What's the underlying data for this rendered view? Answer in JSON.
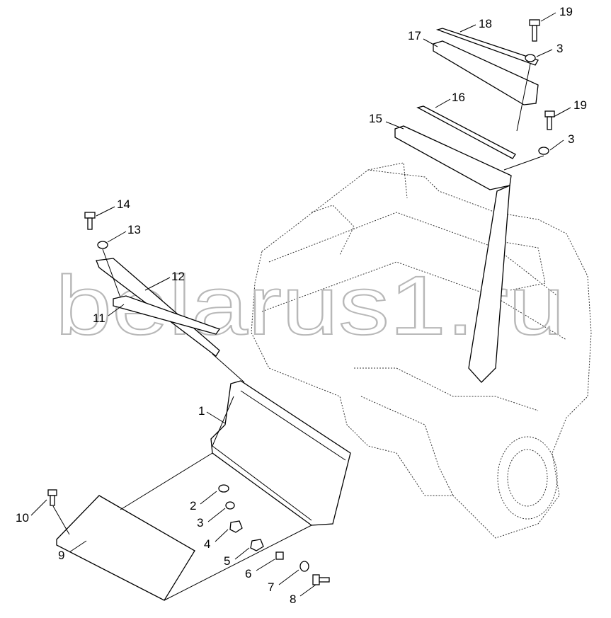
{
  "title": "Parts diagram: shields and mounting hardware",
  "watermark": "belarus1.ru",
  "callouts": [
    "1",
    "2",
    "3",
    "4",
    "5",
    "6",
    "7",
    "8",
    "9",
    "10",
    "11",
    "12",
    "13",
    "14",
    "15",
    "16",
    "17",
    "18",
    "19"
  ],
  "labels": {
    "c19a": "19",
    "c18": "18",
    "c17": "17",
    "c3a": "3",
    "c16": "16",
    "c15": "15",
    "c19b": "19",
    "c3b": "3",
    "c14": "14",
    "c13": "13",
    "c12": "12",
    "c11": "11",
    "c1": "1",
    "c2": "2",
    "c3c": "3",
    "c4": "4",
    "c5": "5",
    "c6": "6",
    "c7": "7",
    "c8": "8",
    "c10": "10",
    "c9": "9"
  }
}
